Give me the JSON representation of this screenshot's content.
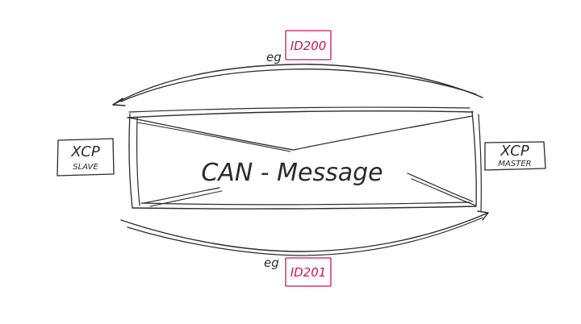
{
  "diagram": {
    "message_label": "CAN - Message",
    "slave": {
      "line1": "XCP",
      "line2": "SLAVE"
    },
    "master": {
      "line1": "XCP",
      "line2": "MASTER"
    },
    "top_arrow": {
      "prefix": "eg",
      "id": "ID200"
    },
    "bottom_arrow": {
      "prefix": "eg",
      "id": "ID201"
    }
  },
  "colors": {
    "ink": "#2b2b2b",
    "id_accent": "#c2185b"
  }
}
